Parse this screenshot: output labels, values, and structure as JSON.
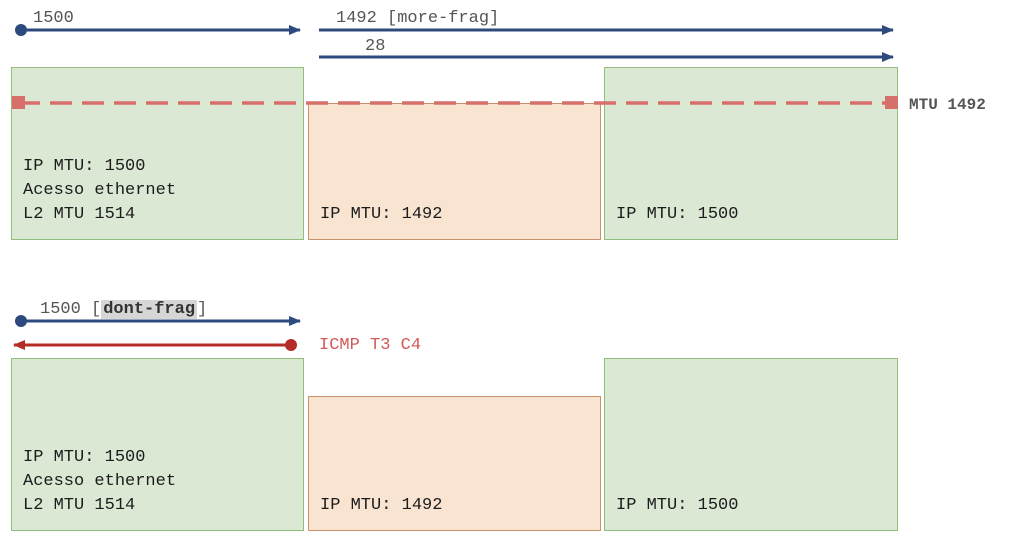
{
  "top": {
    "arrow1_label": "1500",
    "arrow2_label": "1492 [more-frag]",
    "arrow3_label": "28",
    "mtu_label": "MTU 1492",
    "boxes": [
      {
        "lines": [
          "IP MTU: 1500",
          "Acesso ethernet",
          "L2 MTU 1514"
        ]
      },
      {
        "lines": [
          "IP MTU: 1492"
        ]
      },
      {
        "lines": [
          "IP MTU: 1500"
        ]
      }
    ]
  },
  "bottom": {
    "arrow_label_pre": "1500 [",
    "arrow_label_flag": "dont-frag",
    "arrow_label_post": "]",
    "icmp_label": "ICMP T3 C4",
    "boxes": [
      {
        "lines": [
          "IP MTU: 1500",
          "Acesso ethernet",
          "L2 MTU 1514"
        ]
      },
      {
        "lines": [
          "IP MTU: 1492"
        ]
      },
      {
        "lines": [
          "IP MTU: 1500"
        ]
      }
    ]
  },
  "colors": {
    "arrow_blue": "#2d4a7e",
    "arrow_red": "#b52b26",
    "mtu_dash": "#d76f6b",
    "box_green": "#dbe8d4",
    "box_orange": "#f8e4d0"
  }
}
